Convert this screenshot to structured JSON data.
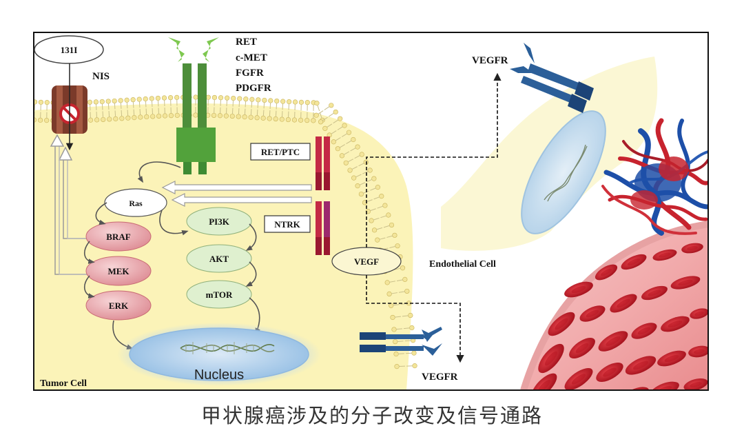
{
  "labels": {
    "iodine": "131I",
    "nis": "NIS",
    "receptors": [
      "RET",
      "c-MET",
      "FGFR",
      "PDGFR"
    ],
    "ret_ptc": "RET/PTC",
    "ntrk": "NTRK",
    "ras": "Ras",
    "braf": "BRAF",
    "mek": "MEK",
    "erk": "ERK",
    "pi3k": "PI3K",
    "akt": "AKT",
    "mtor": "mTOR",
    "vegf": "VEGF",
    "vegfr_top": "VEGFR",
    "vegfr_bottom": "VEGFR",
    "endothelial": "Endothelial Cell",
    "nucleus": "Nucleus",
    "tumor": "Tumor Cell"
  },
  "caption": "甲状腺癌涉及的分子改变及信号通路",
  "colors": {
    "cytoplasm": "#fbf3b8",
    "receptor_green": "#3f8a33",
    "fusion_red": "#c0233b",
    "mapk_pink": "#e8a7ad",
    "pi3k_green": "#dff0cf",
    "vegfr_blue": "#1f4f86",
    "blood_red": "#cf1f2a"
  }
}
